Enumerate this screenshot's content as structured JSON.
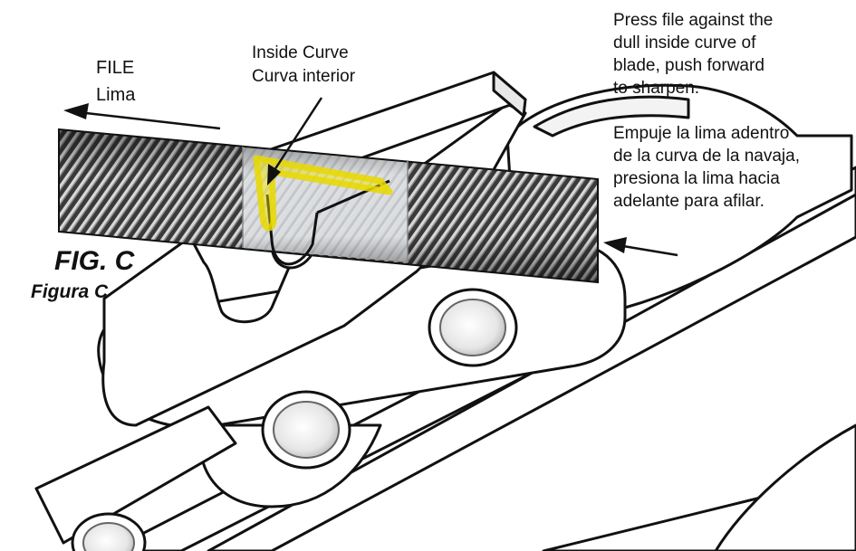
{
  "figure": {
    "title": "FIG. C",
    "subtitle": "Figura C"
  },
  "labels": {
    "file_en": "FILE",
    "file_es": "Lima",
    "inside_curve_en": "Inside Curve",
    "inside_curve_es": "Curva interior"
  },
  "instructions": {
    "english": "Press file against the\ndull inside curve of\nblade, push forward\nto sharpen.",
    "spanish": "Empuje la lima adentro\nde la curva de la navaja,\npresiona la lima hacia\nadelante para afilar."
  },
  "colors": {
    "highlight": "#f2e600",
    "file_dark": "#2a2a2a",
    "chain_fill": "#ffffff",
    "outline": "#111111"
  }
}
